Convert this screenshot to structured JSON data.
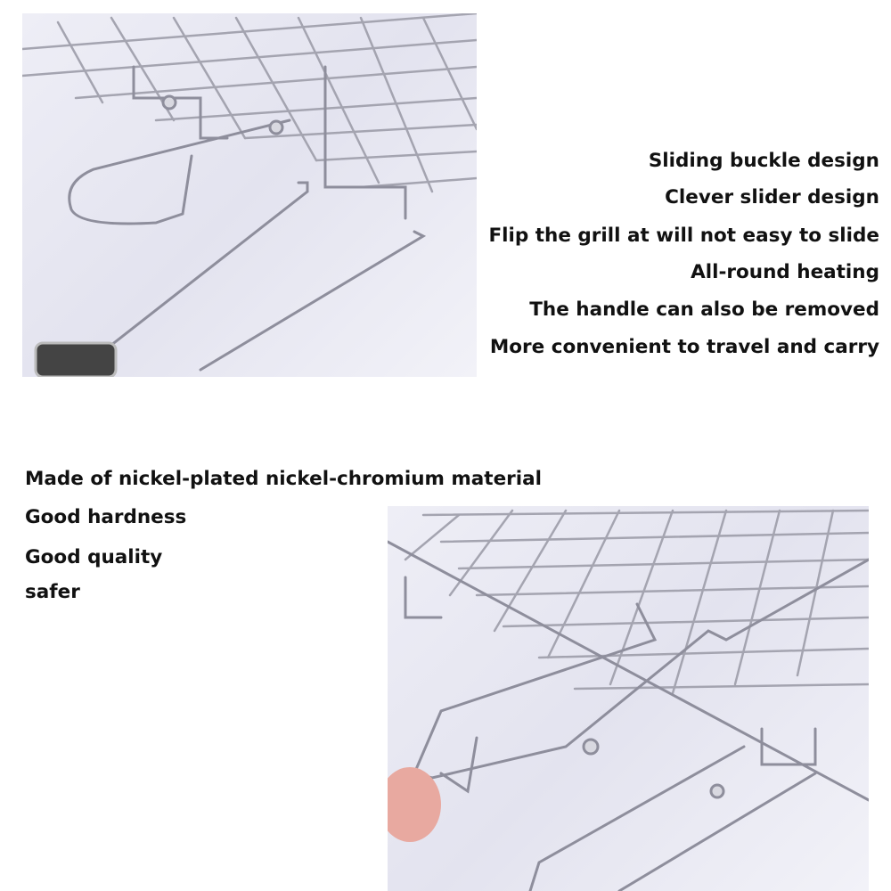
{
  "features_right": [
    "Sliding buckle design",
    "Clever slider design",
    "Flip the grill at will not easy to slide",
    "All-round heating",
    "The handle can also be removed",
    "More convenient to travel and carry"
  ],
  "features_left": [
    "Made of nickel-plated nickel-chromium material",
    "Good hardness",
    "Good quality",
    "safer"
  ],
  "colors": {
    "text": "#111111",
    "photo_bg": "#e6e6f0",
    "wire": "#9a9aa6"
  }
}
